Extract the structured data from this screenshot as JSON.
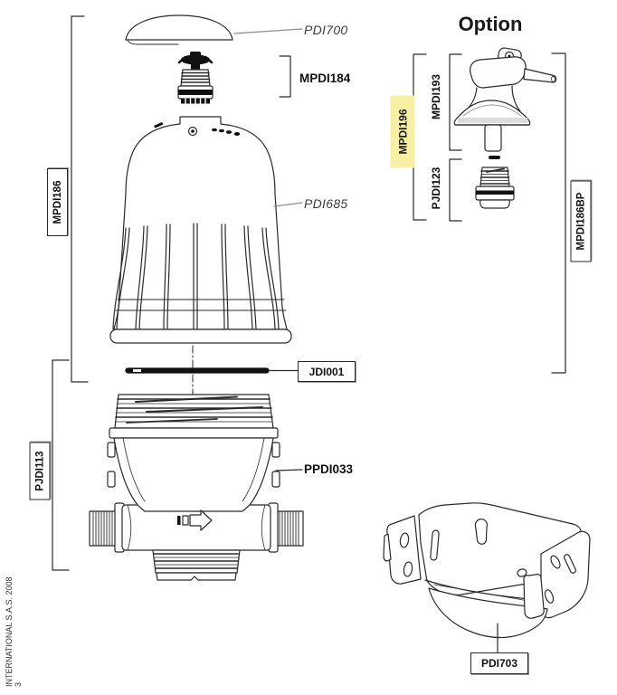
{
  "page": {
    "background": "#ffffff",
    "option_title": "Option",
    "footer": {
      "line1": "INTERNATIONAL S.A.S. 2008",
      "line2": "3"
    },
    "colors": {
      "highlight_yellow": "#f7f0a3",
      "line_art": "#2a2a2a",
      "leader_gray": "#8c8c8c",
      "label_text": "#111111"
    },
    "highlighted_part": "MPDI196"
  },
  "parts": {
    "pdi700": {
      "label": "PDI700"
    },
    "mpdi184": {
      "label": "MPDI184"
    },
    "mpdi186": {
      "label": "MPDI186"
    },
    "pdi685": {
      "label": "PDI685"
    },
    "jdi001": {
      "label": "JDI001"
    },
    "pjdi113": {
      "label": "PJDI113"
    },
    "ppdi033": {
      "label": "PPDI033"
    },
    "mpdi193": {
      "label": "MPDI193"
    },
    "mpdi196": {
      "label": "MPDI196"
    },
    "pjdi123": {
      "label": "PJDI123"
    },
    "mpdi186bp": {
      "label": "MPDI186BP"
    },
    "pdi703": {
      "label": "PDI703"
    }
  }
}
